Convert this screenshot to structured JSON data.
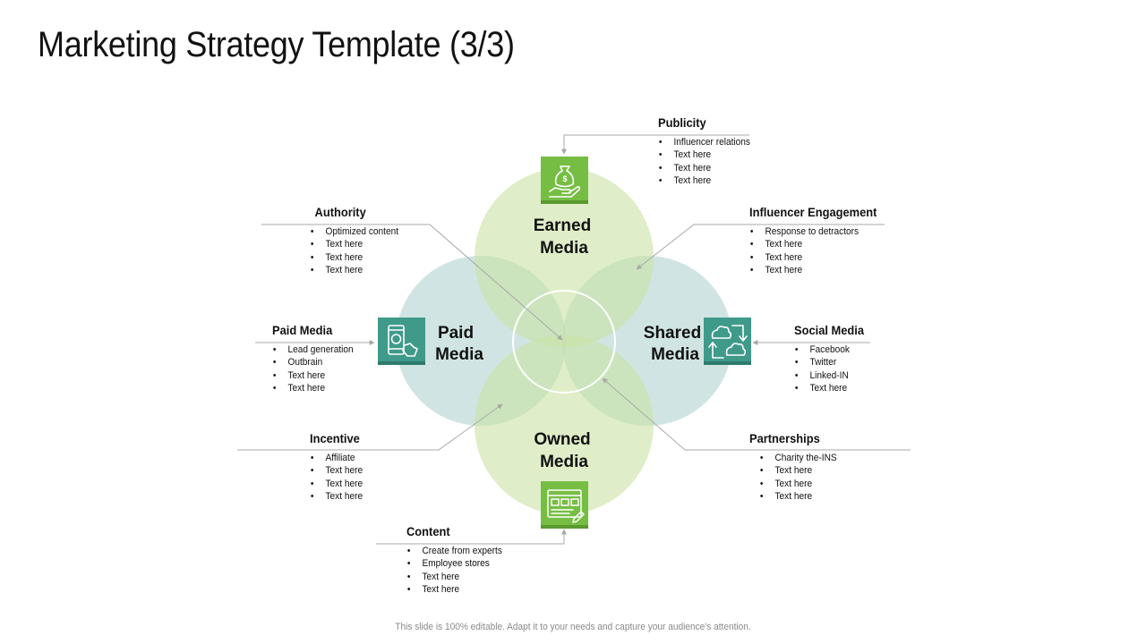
{
  "title": "Marketing Strategy Template (3/3)",
  "footer": "This slide is 100% editable. Adapt it to your needs and capture your audience's attention.",
  "colors": {
    "earned_circle": "#c9e3a3",
    "owned_circle": "#c9e3a3",
    "paid_circle": "#a9cfcc",
    "shared_circle": "#a9cfcc",
    "green_icon": "#76be43",
    "teal_icon": "#3f9a8a",
    "connector": "#a8a8a8"
  },
  "circles": {
    "earned": {
      "line1": "Earned",
      "line2": "Media",
      "icon": "money-bag-hand-icon"
    },
    "paid": {
      "line1": "Paid",
      "line2": "Media",
      "icon": "mobile-payment-icon"
    },
    "shared": {
      "line1": "Shared",
      "line2": "Media",
      "icon": "cloud-share-icon"
    },
    "owned": {
      "line1": "Owned",
      "line2": "Media",
      "icon": "web-browser-icon"
    }
  },
  "blocks": {
    "publicity": {
      "heading": "Publicity",
      "items": [
        "Influencer relations",
        "Text here",
        "Text here",
        "Text here"
      ]
    },
    "authority": {
      "heading": "Authority",
      "items": [
        "Optimized content",
        "Text here",
        "Text here",
        "Text here"
      ]
    },
    "influencer": {
      "heading": "Influencer Engagement",
      "items": [
        "Response to detractors",
        "Text here",
        "Text here",
        "Text here"
      ]
    },
    "paid_media": {
      "heading": "Paid Media",
      "items": [
        "Lead generation",
        "Outbrain",
        "Text here",
        "Text here"
      ]
    },
    "social_media": {
      "heading": "Social Media",
      "items": [
        "Facebook",
        "Twitter",
        "Linked-IN",
        "Text here"
      ]
    },
    "incentive": {
      "heading": "Incentive",
      "items": [
        "Affiliate",
        "Text here",
        "Text here",
        "Text here"
      ]
    },
    "partnerships": {
      "heading": "Partnerships",
      "items": [
        "Charity the-INS",
        "Text here",
        "Text here",
        "Text here"
      ]
    },
    "content": {
      "heading": "Content",
      "items": [
        "Create from experts",
        "Employee stores",
        "Text here",
        "Text here"
      ]
    }
  }
}
